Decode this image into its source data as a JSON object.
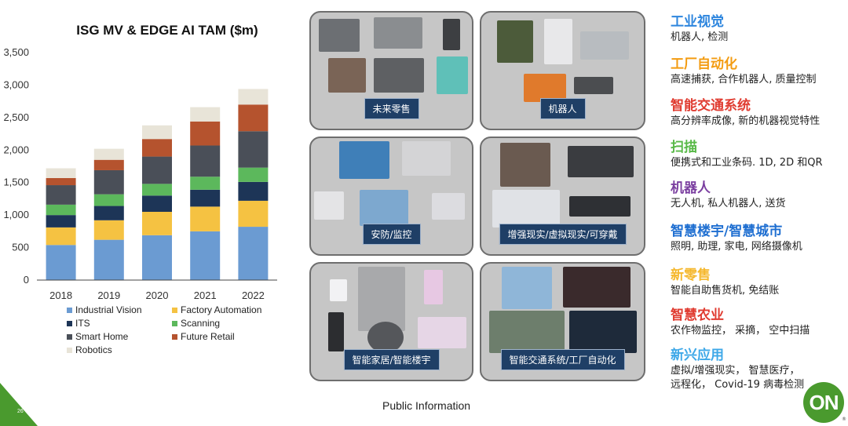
{
  "chart_data": {
    "type": "bar",
    "stacked": true,
    "title": "ISG MV & EDGE AI TAM ($m)",
    "categories": [
      "2018",
      "2019",
      "2020",
      "2021",
      "2022"
    ],
    "ylim": [
      0,
      3500
    ],
    "yticks": [
      "0",
      "500",
      "1,000",
      "1,500",
      "2,000",
      "2,500",
      "3,000",
      "3,500"
    ],
    "series": [
      {
        "name": "Industrial Vision",
        "color": "#6b9bd2",
        "values": [
          540,
          620,
          690,
          750,
          820
        ]
      },
      {
        "name": "Factory Automation",
        "color": "#f5c242",
        "values": [
          270,
          300,
          360,
          380,
          400
        ]
      },
      {
        "name": "ITS",
        "color": "#1d3557",
        "values": [
          190,
          220,
          250,
          260,
          290
        ]
      },
      {
        "name": "Scanning",
        "color": "#5cb85c",
        "values": [
          160,
          180,
          180,
          200,
          220
        ]
      },
      {
        "name": "Smart Home",
        "color": "#4a4f58",
        "values": [
          300,
          370,
          420,
          480,
          560
        ]
      },
      {
        "name": "Future Retail",
        "color": "#b5532e",
        "values": [
          110,
          160,
          270,
          370,
          410
        ]
      },
      {
        "name": "Robotics",
        "color": "#e8e4d8",
        "values": [
          150,
          170,
          210,
          220,
          240
        ]
      }
    ],
    "legend_position": "bottom"
  },
  "tiles": [
    {
      "label": "未来零售"
    },
    {
      "label": "机器人"
    },
    {
      "label": "安防/监控"
    },
    {
      "label": "增强现实/虚拟现实/可穿戴"
    },
    {
      "label": "智能家居/智能楼宇"
    },
    {
      "label": "智能交通系统/工厂自动化"
    }
  ],
  "categories_list": [
    {
      "title": "工业视觉",
      "desc": [
        "机器人, 检测"
      ],
      "color": "#2e86de"
    },
    {
      "title": "工厂自动化",
      "desc": [
        "高速捕获, 合作机器人, 质量控制"
      ],
      "color": "#f39c12"
    },
    {
      "title": "智能交通系统",
      "desc": [
        "高分辨率成像, 新的机器视觉特性"
      ],
      "color": "#e03c31"
    },
    {
      "title": "扫描",
      "desc": [
        "便携式和工业条码. 1D, 2D 和QR"
      ],
      "color": "#58b947"
    },
    {
      "title": "机器人",
      "desc": [
        "无人机, 私人机器人, 送货"
      ],
      "color": "#7b3fa0"
    },
    {
      "title": "智慧楼宇/智慧城市",
      "desc": [
        "照明, 助理, 家电, 网络摄像机"
      ],
      "color": "#1f6fd1"
    },
    {
      "title": "新零售",
      "desc": [
        "智能自助售货机, 免结账"
      ],
      "color": "#f5b82e"
    },
    {
      "title": "智慧农业",
      "desc": [
        "农作物监控， 采摘， 空中扫描"
      ],
      "color": "#e03c31"
    },
    {
      "title": "新兴应用",
      "desc": [
        "虚拟/增强现实， 智慧医疗，",
        "远程化， Covid-19 病毒检测"
      ],
      "color": "#3ea8e8"
    }
  ],
  "footer": {
    "text": "Public Information",
    "page": "26",
    "logo": "ON"
  }
}
